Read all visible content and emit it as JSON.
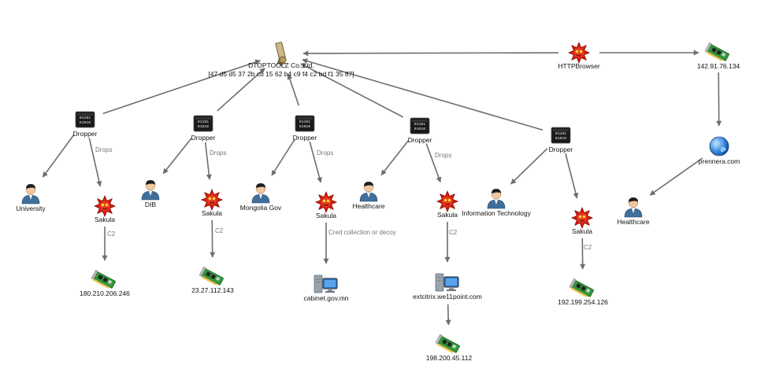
{
  "nodes": {
    "cert": {
      "kind": "certificate",
      "icon": "certificate-icon",
      "label": [
        "DTOPTOOLZ Co.,Ltd.",
        "[47 d5 d5 37 2b cb 15 62 b4 c9 f4 c2 bd f1 35 87]"
      ]
    },
    "httpb": {
      "kind": "malware",
      "icon": "malware-icon",
      "label": [
        "HTTPBrowser"
      ]
    },
    "ip_142": {
      "kind": "network",
      "icon": "network-card-icon",
      "label": [
        "142.91.76.134"
      ]
    },
    "prennera": {
      "kind": "globe",
      "icon": "globe-icon",
      "label": [
        "prennera.com"
      ]
    },
    "hc3": {
      "kind": "person",
      "icon": "person-icon",
      "label": [
        "Healthcare"
      ]
    },
    "d1": {
      "kind": "binary",
      "icon": "binary-file-icon",
      "label": [
        "Dropper"
      ]
    },
    "d2": {
      "kind": "binary",
      "icon": "binary-file-icon",
      "label": [
        "Dropper"
      ]
    },
    "d3": {
      "kind": "binary",
      "icon": "binary-file-icon",
      "label": [
        "Dropper"
      ]
    },
    "d4": {
      "kind": "binary",
      "icon": "binary-file-icon",
      "label": [
        "Dropper"
      ]
    },
    "d5": {
      "kind": "binary",
      "icon": "binary-file-icon",
      "label": [
        "Dropper"
      ]
    },
    "univ": {
      "kind": "person",
      "icon": "person-icon",
      "label": [
        "University"
      ]
    },
    "dib": {
      "kind": "person",
      "icon": "person-icon",
      "label": [
        "DIB"
      ]
    },
    "mongolia": {
      "kind": "person",
      "icon": "person-icon",
      "label": [
        "Mongolia Gov"
      ]
    },
    "hc1": {
      "kind": "person",
      "icon": "person-icon",
      "label": [
        "Healthcare"
      ]
    },
    "it": {
      "kind": "person",
      "icon": "person-icon",
      "label": [
        "Information Technology"
      ]
    },
    "s1": {
      "kind": "malware",
      "icon": "malware-icon",
      "label": [
        "Sakula"
      ]
    },
    "s2": {
      "kind": "malware",
      "icon": "malware-icon",
      "label": [
        "Sakula"
      ]
    },
    "s3": {
      "kind": "malware",
      "icon": "malware-icon",
      "label": [
        "Sakula"
      ]
    },
    "s4": {
      "kind": "malware",
      "icon": "malware-icon",
      "label": [
        "Sakula"
      ]
    },
    "s5": {
      "kind": "malware",
      "icon": "malware-icon",
      "label": [
        "Sakula"
      ]
    },
    "ip_180": {
      "kind": "network",
      "icon": "network-card-icon",
      "label": [
        "180.210.206.246"
      ]
    },
    "ip_23": {
      "kind": "network",
      "icon": "network-card-icon",
      "label": [
        "23.27.112.143"
      ]
    },
    "cabinet": {
      "kind": "server",
      "icon": "server-icon",
      "label": [
        "cabinet.gov.mn"
      ]
    },
    "extcitrix": {
      "kind": "server",
      "icon": "server-icon",
      "label": [
        "extcitrix.we11point.com"
      ]
    },
    "ip_198": {
      "kind": "network",
      "icon": "network-card-icon",
      "label": [
        "198.200.45.112"
      ]
    },
    "ip_192": {
      "kind": "network",
      "icon": "network-card-icon",
      "label": [
        "192.199.254.126"
      ]
    }
  },
  "edges": [
    {
      "from": "httpb",
      "to": "cert",
      "label": ""
    },
    {
      "from": "httpb",
      "to": "ip_142",
      "label": ""
    },
    {
      "from": "ip_142",
      "to": "prennera",
      "label": ""
    },
    {
      "from": "prennera",
      "to": "hc3",
      "label": ""
    },
    {
      "from": "d1",
      "to": "cert",
      "label": ""
    },
    {
      "from": "d2",
      "to": "cert",
      "label": ""
    },
    {
      "from": "d3",
      "to": "cert",
      "label": ""
    },
    {
      "from": "d4",
      "to": "cert",
      "label": ""
    },
    {
      "from": "d5",
      "to": "cert",
      "label": ""
    },
    {
      "from": "d1",
      "to": "univ",
      "label": ""
    },
    {
      "from": "d1",
      "to": "s1",
      "label": "Drops"
    },
    {
      "from": "d2",
      "to": "dib",
      "label": ""
    },
    {
      "from": "d2",
      "to": "s2",
      "label": "Drops"
    },
    {
      "from": "d3",
      "to": "mongolia",
      "label": ""
    },
    {
      "from": "d3",
      "to": "s3",
      "label": "Drops"
    },
    {
      "from": "d4",
      "to": "hc1",
      "label": ""
    },
    {
      "from": "d4",
      "to": "s4",
      "label": "Drops"
    },
    {
      "from": "d5",
      "to": "it",
      "label": ""
    },
    {
      "from": "d5",
      "to": "s5",
      "label": ""
    },
    {
      "from": "s1",
      "to": "ip_180",
      "label": "C2"
    },
    {
      "from": "s2",
      "to": "ip_23",
      "label": "C2"
    },
    {
      "from": "s3",
      "to": "cabinet",
      "label": "Cred collection or decoy"
    },
    {
      "from": "s4",
      "to": "extcitrix",
      "label": "C2"
    },
    {
      "from": "extcitrix",
      "to": "ip_198",
      "label": ""
    },
    {
      "from": "s5",
      "to": "ip_192",
      "label": "C2"
    }
  ]
}
